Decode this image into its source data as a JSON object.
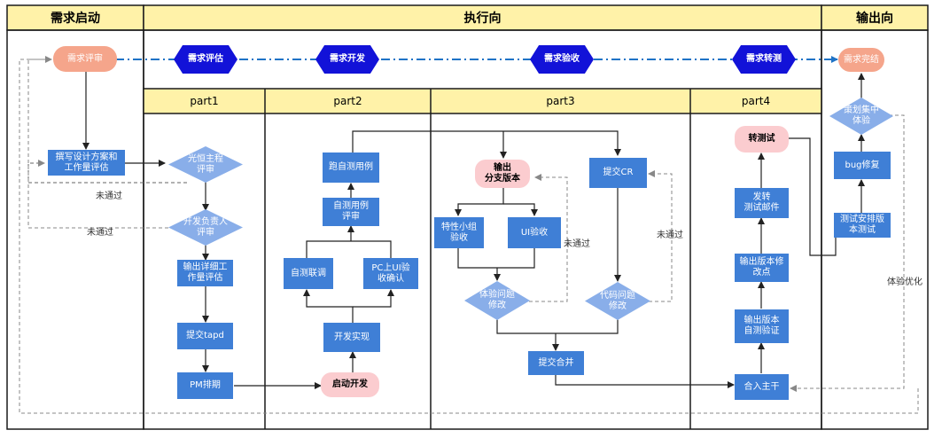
{
  "headers": {
    "start": "需求启动",
    "exec": "执行向",
    "output": "输出向"
  },
  "parts": {
    "p1": "part1",
    "p2": "part2",
    "p3": "part3",
    "p4": "part4"
  },
  "nodes": {
    "req_review": "需求评审",
    "req_eval": "需求评估",
    "req_dev": "需求开发",
    "req_accept": "需求验收",
    "req_transfer": "需求转测",
    "req_done": "需求完结",
    "design_plan": "撰写设计方案和\n工作量评估",
    "light_review": "光恒主程\n评审",
    "dev_lead_review": "开发负责人\n评审",
    "detail_eval": "输出详细工\n作量评估",
    "submit_tapd": "提交tapd",
    "pm_schedule": "PM排期",
    "run_cases": "跑自测用例",
    "self_case_review": "自测用例\n评审",
    "self_integration": "自测联调",
    "pc_ui_check": "PC上UI验\n收确认",
    "dev_impl": "开发实现",
    "start_dev": "启动开发",
    "output_branch": "输出\n分支版本",
    "submit_cr": "提交CR",
    "feature_accept": "特性小组\n验收",
    "ui_accept": "UI验收",
    "exp_fix": "体验问题\n修改",
    "code_fix": "代码问题\n修改",
    "submit_merge": "提交合并",
    "transfer_test": "转测试",
    "send_test_mail": "发转\n测试邮件",
    "output_fix_points": "输出版本修\n改点",
    "output_selftest": "输出版本\n自测验证",
    "merge_main": "合入主干",
    "test_schedule": "测试安排版\n本测试",
    "bug_fix": "bug修复",
    "planner_exp": "策划集中\n体验"
  },
  "edge_labels": {
    "not_passed_1": "未通过",
    "not_passed_2": "未通过",
    "not_passed_3": "未通过",
    "not_passed_4": "未通过",
    "exp_optimize": "体验优化"
  },
  "colors": {
    "header_fill": "#fff2a8",
    "border": "#1a1a1a",
    "blue_box": "#3f7fd6",
    "hexagon": "#1212d8",
    "diamond": "#89aee9",
    "pink": "#fbcccf",
    "salmon": "#f5a58b",
    "dash_line": "#1f73c6"
  }
}
